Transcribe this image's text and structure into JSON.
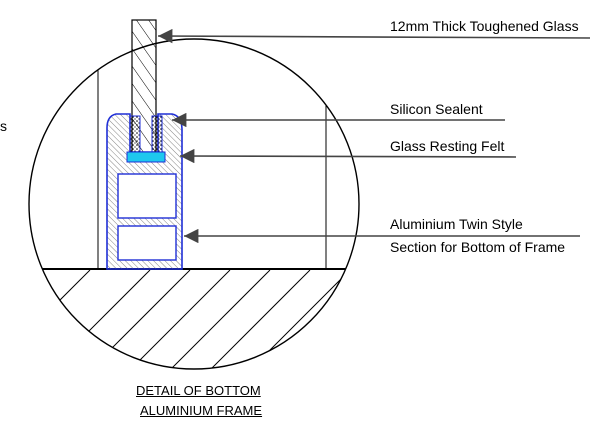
{
  "labels": {
    "glass": "12mm Thick Toughened Glass",
    "sealant": "Silicon Sealent",
    "felt": "Glass Resting Felt",
    "section_line1": "Aluminium Twin Style",
    "section_line2": "Section for Bottom of Frame",
    "edge_fragment": "s"
  },
  "caption": {
    "line1": "DETAIL OF BOTTOM",
    "line2": "ALUMINIUM FRAME"
  },
  "colors": {
    "line": "#000000",
    "frame_outline": "#1f2fd6",
    "felt_fill": "#1ec8ee",
    "leader": "#444444"
  }
}
